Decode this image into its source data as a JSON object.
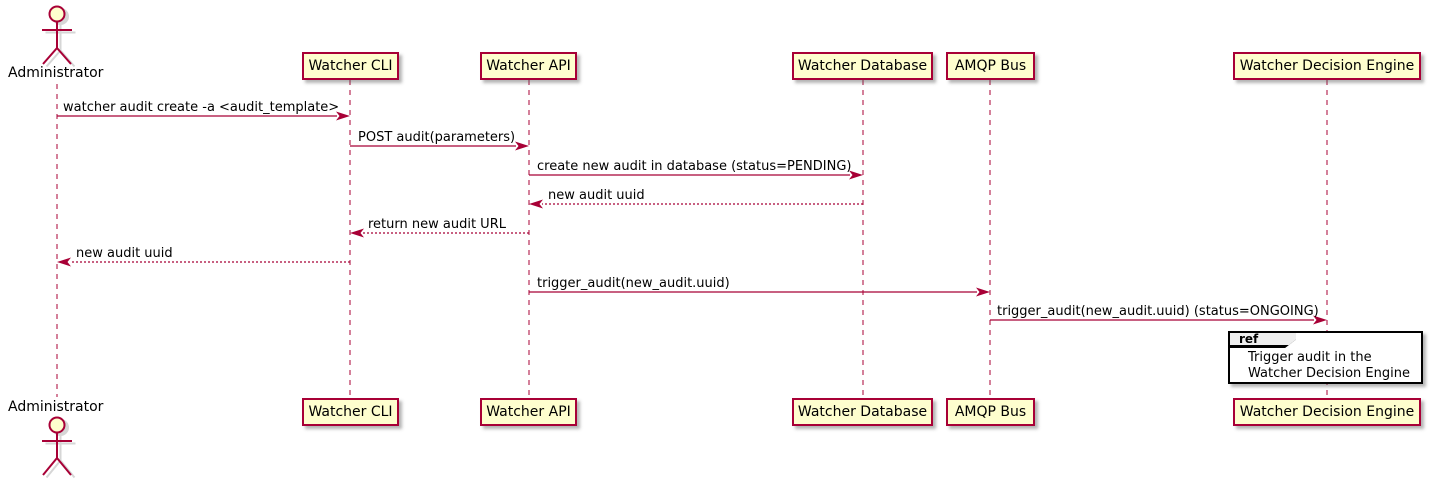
{
  "actors": [
    {
      "name": "Administrator"
    }
  ],
  "participants": [
    {
      "label": "Watcher CLI"
    },
    {
      "label": "Watcher API"
    },
    {
      "label": "Watcher Database"
    },
    {
      "label": "AMQP Bus"
    },
    {
      "label": "Watcher Decision Engine"
    }
  ],
  "messages": [
    {
      "from": "Administrator",
      "to": "Watcher CLI",
      "style": "solid",
      "text": "watcher audit create -a <audit_template>"
    },
    {
      "from": "Watcher CLI",
      "to": "Watcher API",
      "style": "solid",
      "text": "POST audit(parameters)"
    },
    {
      "from": "Watcher API",
      "to": "Watcher Database",
      "style": "solid",
      "text": "create new audit in database (status=PENDING)"
    },
    {
      "from": "Watcher Database",
      "to": "Watcher API",
      "style": "dotted",
      "text": "new audit uuid"
    },
    {
      "from": "Watcher API",
      "to": "Watcher CLI",
      "style": "dotted",
      "text": "return new audit URL"
    },
    {
      "from": "Watcher CLI",
      "to": "Administrator",
      "style": "dotted",
      "text": "new audit uuid"
    },
    {
      "from": "Watcher API",
      "to": "AMQP Bus",
      "style": "solid",
      "text": "trigger_audit(new_audit.uuid)"
    },
    {
      "from": "AMQP Bus",
      "to": "Watcher Decision Engine",
      "style": "solid",
      "text": "trigger_audit(new_audit.uuid) (status=ONGOING)"
    }
  ],
  "ref": {
    "keyword": "ref",
    "lines": [
      "Trigger audit in the",
      "Watcher Decision Engine"
    ]
  },
  "colors": {
    "participant_fill": "#FEFECE",
    "participant_border": "#A80036",
    "lifeline": "#A80036",
    "arrow": "#A80036",
    "text": "#000000",
    "ref_border": "#000000",
    "ref_tab_fill": "#EEEEEE",
    "background": "#FFFFFF"
  }
}
